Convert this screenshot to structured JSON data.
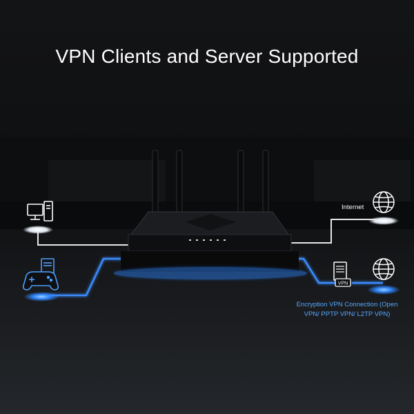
{
  "headline": "VPN Clients and Server Supported",
  "labels": {
    "internet": "Internet",
    "vpn_badge": "VPN",
    "encryption": "Encryption VPN Connection (Open VPN/ PPTP VPN/ L2TP VPN)"
  },
  "colors": {
    "background": "#0c0d0f",
    "text": "#ffffff",
    "accent_blue": "#3b8cff",
    "link_white": "#e8e8e8"
  },
  "icons": [
    "desktop-computer-icon",
    "gamepad-icon",
    "globe-icon",
    "vpn-server-icon",
    "router-icon"
  ]
}
